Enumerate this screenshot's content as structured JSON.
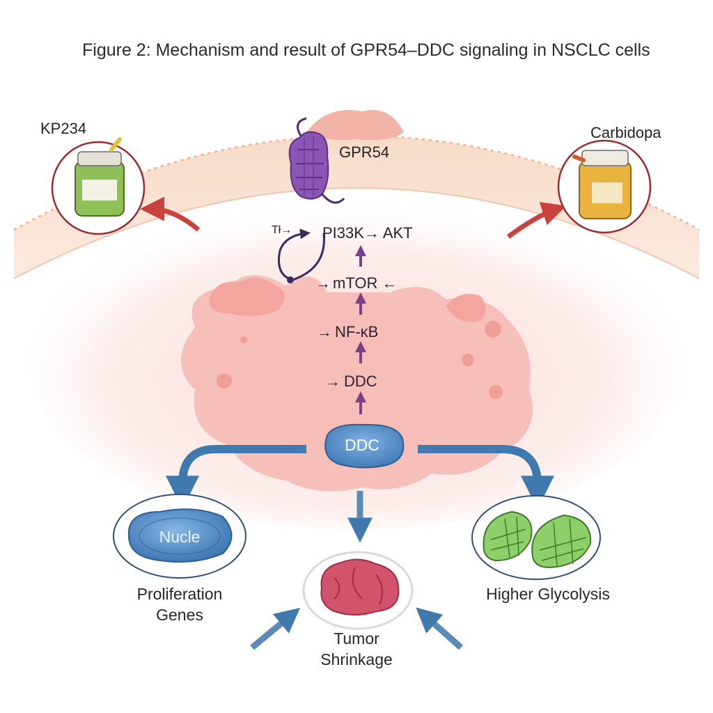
{
  "figure": {
    "title": "Figure 2: Mechanism and result of GPR54–DDC signaling in NSCLC cells"
  },
  "inhibitors": {
    "left": {
      "label": "KP234",
      "icon": "drug-jar-icon"
    },
    "right": {
      "label": "Carbidopa",
      "icon": "drug-jar-icon"
    }
  },
  "receptor": {
    "label": "GPR54",
    "icon": "gpcr-receptor-icon"
  },
  "pathway": {
    "steps": [
      {
        "prefix": "Tł→",
        "label": "PI33K→ AKT"
      },
      {
        "prefix": "→",
        "label": "mTOR ←"
      },
      {
        "prefix": "→",
        "label": "NF-κB"
      },
      {
        "prefix": "→",
        "label": "DDC"
      }
    ],
    "hub": "DDC"
  },
  "outcomes": {
    "nucleus": {
      "inner_label": "Nucle",
      "caption_line1": "Proliferation",
      "caption_line2": "Genes",
      "icon": "nucleus-icon"
    },
    "tumor": {
      "caption_line1": "Tumor",
      "caption_line2": "Shrinkage",
      "icon": "tumor-icon"
    },
    "mitochondria": {
      "caption": "Higher Glycolysis",
      "icon": "mitochondria-icon"
    }
  },
  "colors": {
    "membrane": "#f4c9ad",
    "cell": "#f6b7b2",
    "arrow_blue": "#3f79ad",
    "arrow_red": "#c9423e",
    "pathway_arrow": "#7b3f8c",
    "ddc": "#5a93cf"
  }
}
